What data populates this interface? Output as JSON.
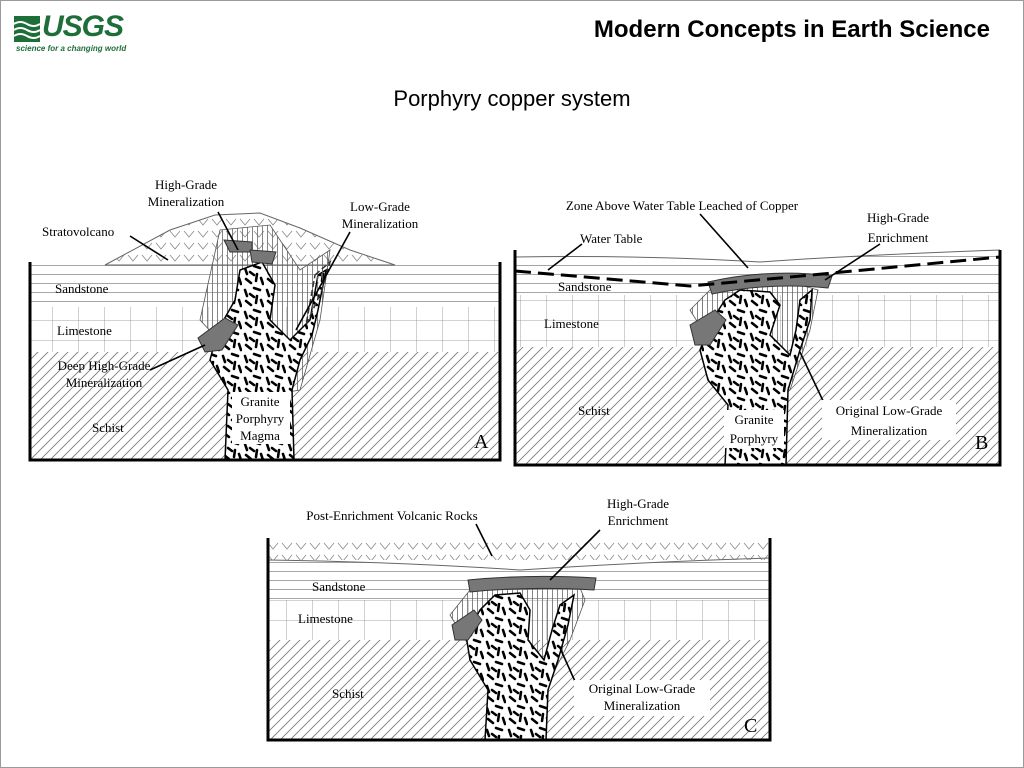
{
  "header": {
    "logo_text": "USGS",
    "logo_tagline": "science for a changing world",
    "title": "Modern Concepts in Earth Science"
  },
  "slide": {
    "title": "Porphyry copper system"
  },
  "panels": [
    {
      "id": "A",
      "labels": {
        "high_grade_1": "High-Grade",
        "high_grade_2": "Mineralization",
        "stratovolcano": "Stratovolcano",
        "low_grade_1": "Low-Grade",
        "low_grade_2": "Mineralization",
        "sandstone": "Sandstone",
        "limestone": "Limestone",
        "deep_1": "Deep High-Grade",
        "deep_2": "Mineralization",
        "schist": "Schist",
        "granite_1": "Granite",
        "granite_2": "Porphyry",
        "granite_3": "Magma",
        "letter": "A"
      }
    },
    {
      "id": "B",
      "labels": {
        "zone": "Zone Above Water Table Leached of Copper",
        "water_table": "Water Table",
        "enrich_1": "High-Grade",
        "enrich_2": "Enrichment",
        "sandstone": "Sandstone",
        "limestone": "Limestone",
        "schist": "Schist",
        "granite_1": "Granite",
        "granite_2": "Porphyry",
        "orig_1": "Original Low-Grade",
        "orig_2": "Mineralization",
        "letter": "B"
      }
    },
    {
      "id": "C",
      "labels": {
        "post": "Post-Enrichment Volcanic Rocks",
        "enrich_1": "High-Grade",
        "enrich_2": "Enrichment",
        "sandstone": "Sandstone",
        "limestone": "Limestone",
        "schist": "Schist",
        "orig_1": "Original Low-Grade",
        "orig_2": "Mineralization",
        "letter": "C"
      }
    }
  ]
}
